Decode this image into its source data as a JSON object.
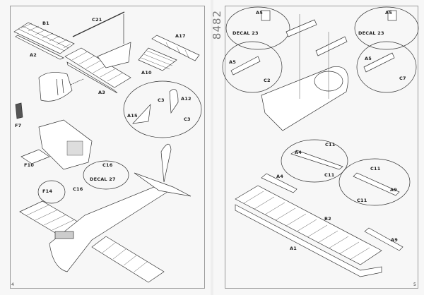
{
  "kit_number": "8482",
  "page_left": {
    "page_number": "4",
    "labels": {
      "b1": "B1",
      "c21": "C21",
      "a2": "A2",
      "a17": "A17",
      "a10": "A10",
      "a3": "A3",
      "a12": "A12",
      "c3_top": "C3",
      "c3_bottom": "C3",
      "a15": "A15",
      "f7": "F7",
      "f10": "F10",
      "c16_callout": "C16",
      "decal27": "DECAL 27",
      "f14": "F14",
      "c16": "C16"
    }
  },
  "page_right": {
    "page_number": "5",
    "labels": {
      "a5_left_top": "A5",
      "decal23_left": "DECAL 23",
      "a5_left": "A5",
      "c2": "C2",
      "a5_right_top": "A5",
      "decal23_right": "DECAL 23",
      "a5_right": "A5",
      "c7": "C7",
      "c11_top1": "C11",
      "a4_callout": "A4",
      "c11_bottom1": "C11",
      "a4": "A4",
      "c11_top2": "C11",
      "a9_callout": "A9",
      "c11_bottom2": "C11",
      "b2": "B2",
      "a1": "A1",
      "a9": "A9"
    }
  }
}
